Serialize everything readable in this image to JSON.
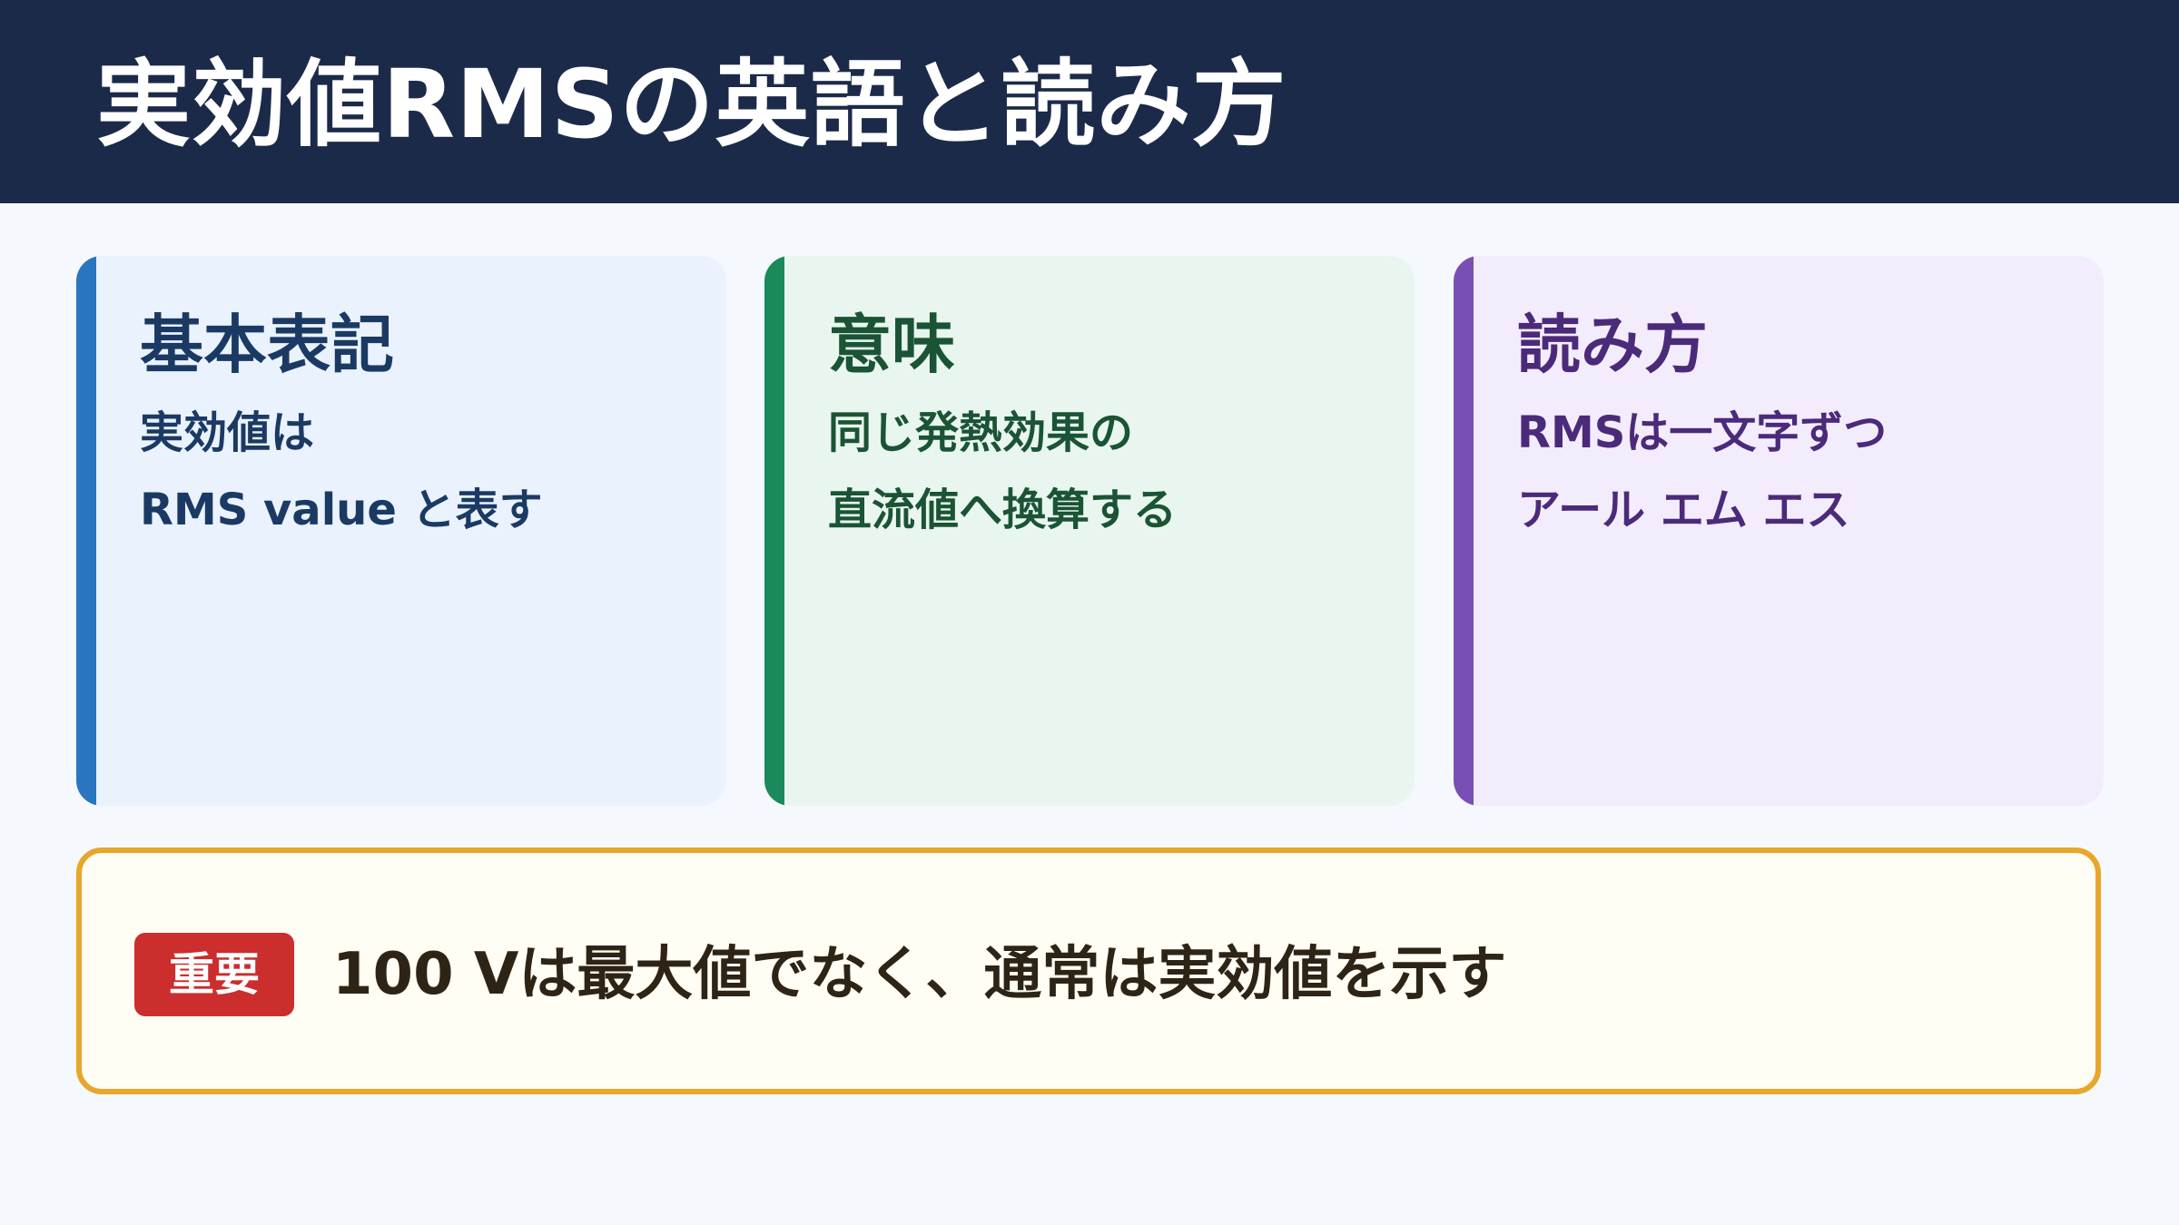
{
  "header": {
    "title": "実効値RMSの英語と読み方"
  },
  "cards": [
    {
      "title": "基本表記",
      "lines": [
        "実効値は",
        "RMS value と表す"
      ]
    },
    {
      "title": "意味",
      "lines": [
        "同じ発熱効果の",
        "直流値へ換算する"
      ]
    },
    {
      "title": "読み方",
      "lines": [
        "RMSは一文字ずつ",
        "アール エム エス"
      ]
    }
  ],
  "note": {
    "badge": "重要",
    "text": "100 Vは最大値でなく、通常は実効値を示す"
  },
  "colors": {
    "header_bg": "#1c2a4a",
    "blue_accent": "#2a75c0",
    "green_accent": "#1b8a5a",
    "purple_accent": "#7a4fb5",
    "note_border": "#e8a62a",
    "badge_bg": "#cc2d2d"
  }
}
